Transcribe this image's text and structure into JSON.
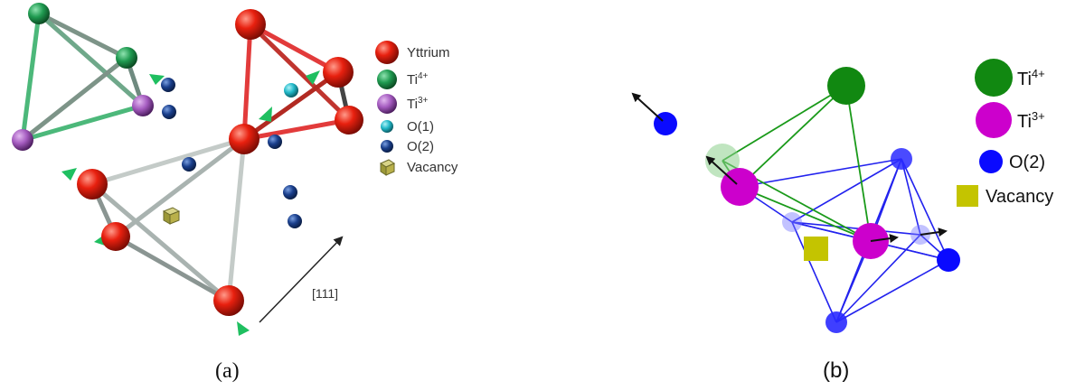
{
  "colors": {
    "yttrium": "#e8200f",
    "ti4_a": "#1f9a50",
    "ti3_a": "#a55cc0",
    "o1": "#22b8c8",
    "o2_a": "#1a3f8c",
    "vacancy": "#b9b04a",
    "ti4_b": "#118811",
    "ti3_b": "#cc00cc",
    "o2_b": "#0a0aff",
    "vacancy_b": "#c4c400",
    "arrow_green": "#1fbf60",
    "bond_red": "#e23b3b",
    "bond_green": "#4cb87a",
    "bond_gray": "#a9b3b0",
    "bond_blue": "#2222ee",
    "bond_green_b": "#1a9a1a"
  },
  "panel_a": {
    "caption": "(a)",
    "direction_label": "[111]",
    "legend": {
      "yttrium": "Yttrium",
      "ti4_base": "Ti",
      "ti4_sup": "4+",
      "ti3_base": "Ti",
      "ti3_sup": "3+",
      "o1": "O(1)",
      "o2": "O(2)",
      "vacancy": "Vacancy"
    }
  },
  "panel_b": {
    "caption": "(b)",
    "legend": {
      "ti4_base": "Ti",
      "ti4_sup": "4+",
      "ti3_base": "Ti",
      "ti3_sup": "3+",
      "o2": "O(2)",
      "vacancy": "Vacancy"
    }
  }
}
